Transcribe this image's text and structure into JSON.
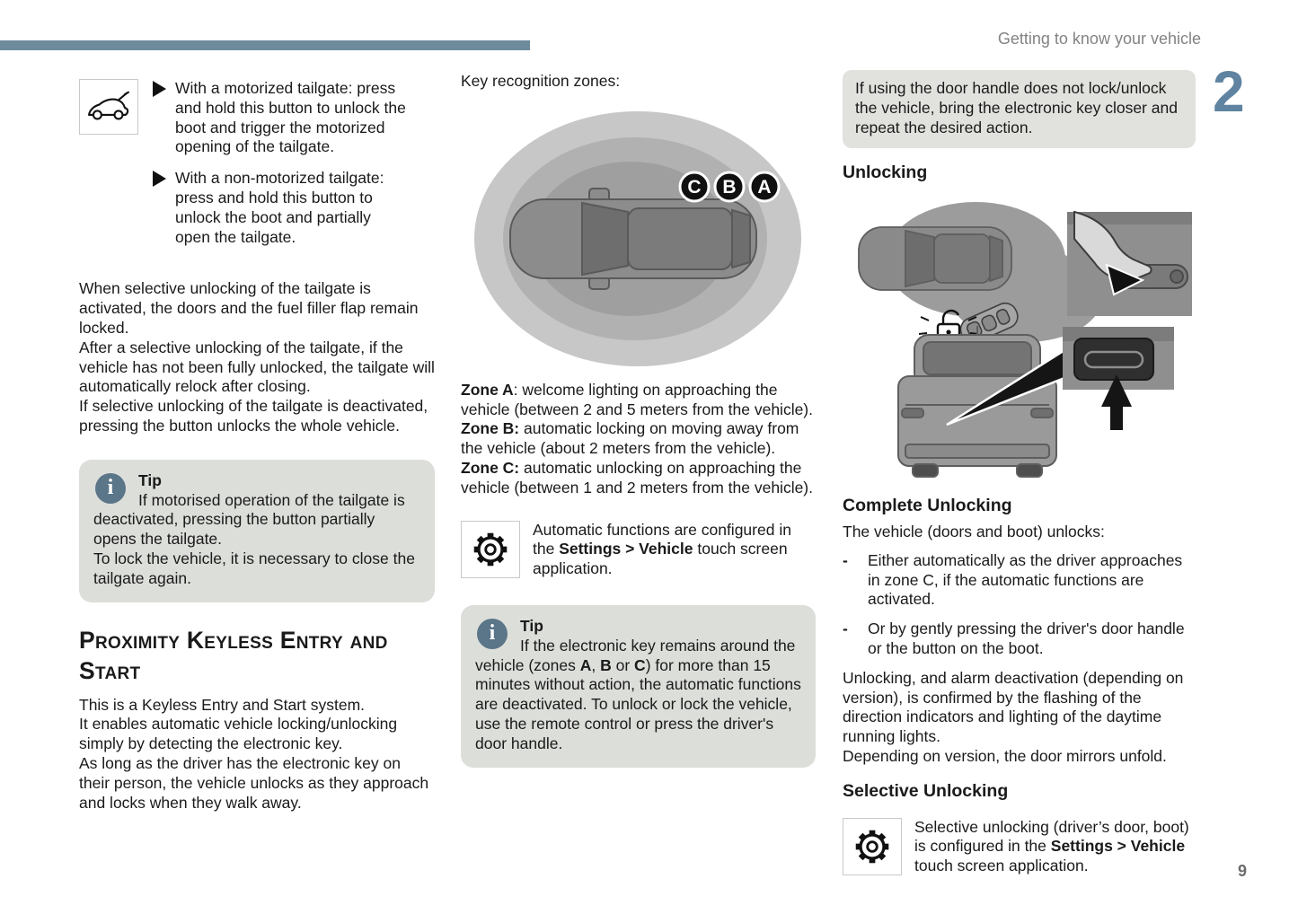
{
  "colors": {
    "accent_bar": "#6e8b9b",
    "chapter_number": "#5f83a1",
    "info_icon_bg": "#5b7589",
    "tip_box_bg": "#dcdeda",
    "note_box_bg": "#e1e2de",
    "body_text": "#1a1a1a",
    "header_text": "#838383"
  },
  "header": {
    "title": "Getting to know your vehicle",
    "chapter_number": "2"
  },
  "footer": {
    "page_number": "9"
  },
  "icons": {
    "info_glyph": "i",
    "tailgate_icon_name": "car-open-tailgate-icon",
    "gear_icon_name": "settings-gear-icon",
    "padlock_icon_name": "padlock-unlocked-icon"
  },
  "left_column": {
    "bullets": [
      "With a motorized tailgate: press and hold this button to unlock the boot and trigger the motorized opening of the tailgate.",
      "With a non-motorized tailgate: press and hold this button to unlock the boot and partially open the tailgate."
    ],
    "paragraph1": [
      "When selective unlocking of the tailgate is activated, the doors and the fuel filler flap remain locked.",
      "After a selective unlocking of the tailgate, if the vehicle has not been fully unlocked, the tailgate will automatically relock after closing.",
      "If selective unlocking of the tailgate is deactivated, pressing the button unlocks the whole vehicle."
    ],
    "tip": {
      "label": "Tip",
      "lines": [
        "If motorised operation of the tailgate is deactivated, pressing the button partially opens the tailgate.",
        "To lock the vehicle, it is necessary to close the tailgate again."
      ]
    },
    "section_title": "Proximity Keyless Entry and Start",
    "paragraph2": [
      "This is a Keyless Entry and Start system.",
      "It enables automatic vehicle locking/unlocking simply by detecting the electronic key.",
      "As long as the driver has the electronic key on their person, the vehicle unlocks as they approach and locks when they walk away."
    ]
  },
  "middle_column": {
    "caption": "Key recognition zones:",
    "zone_badges": [
      "C",
      "B",
      "A"
    ],
    "zones": [
      {
        "bold": "Zone A",
        "text": ": welcome lighting on approaching the vehicle (between 2 and 5 meters from the vehicle)."
      },
      {
        "bold": "Zone B:",
        "text": " automatic locking on moving away from the vehicle (about 2 meters from the vehicle)."
      },
      {
        "bold": "Zone C:",
        "text": " automatic unlocking on approaching the vehicle (between 1 and 2 meters from the vehicle)."
      }
    ],
    "settings_note": {
      "pre": "Automatic functions are configured in the ",
      "bold": "Settings > Vehicle",
      "post": " touch screen application."
    },
    "tip": {
      "label": "Tip",
      "parts": {
        "t1": "If the electronic key remains around the vehicle (zones ",
        "b1": "A",
        "t2": ", ",
        "b2": "B",
        "t3": " or ",
        "b3": "C",
        "t4": ") for more than 15 minutes without action, the automatic functions are deactivated. To unlock or lock the vehicle, use the remote control or press the driver's door handle."
      }
    }
  },
  "right_column": {
    "note_box": "If using the door handle does not lock/unlock the vehicle, bring the electronic key closer and repeat the desired action.",
    "unlocking_title": "Unlocking",
    "complete_title": "Complete Unlocking",
    "complete_intro": "The vehicle (doors and boot) unlocks:",
    "bullet_marker": "-",
    "complete_bullets": [
      "Either automatically as the driver approaches in zone C, if the automatic functions are activated.",
      "Or by gently pressing the driver's door handle or the button on the boot."
    ],
    "paragraph": [
      "Unlocking, and alarm deactivation (depending on version), is confirmed by the flashing of the direction indicators and lighting of the daytime running lights.",
      "Depending on version, the door mirrors unfold."
    ],
    "selective_title": "Selective Unlocking",
    "selective_note": {
      "pre": "Selective unlocking (driver’s door, boot) is configured in the ",
      "bold": "Settings > Vehicle",
      "post": " touch screen application."
    }
  }
}
